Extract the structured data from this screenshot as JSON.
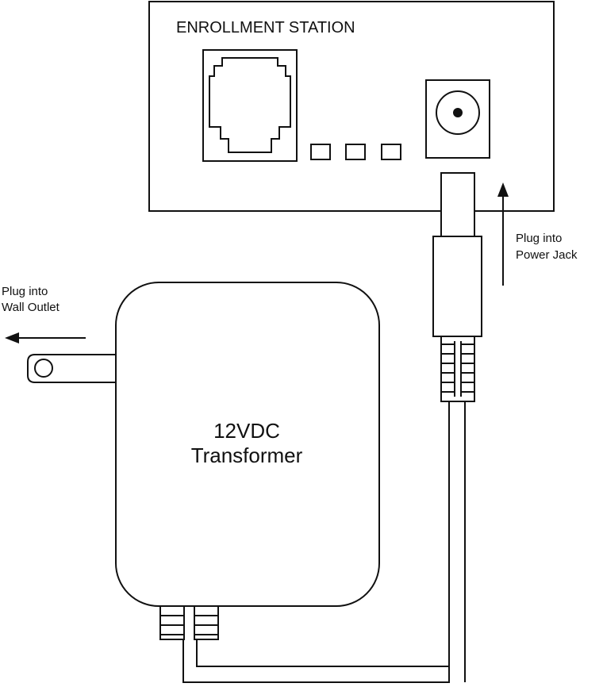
{
  "station": {
    "title": "ENROLLMENT STATION"
  },
  "transformer": {
    "line1": "12VDC",
    "line2": "Transformer"
  },
  "annotations": {
    "power_jack_line1": "Plug into",
    "power_jack_line2": "Power Jack",
    "wall_outlet_line1": "Plug into",
    "wall_outlet_line2": "Wall Outlet"
  }
}
